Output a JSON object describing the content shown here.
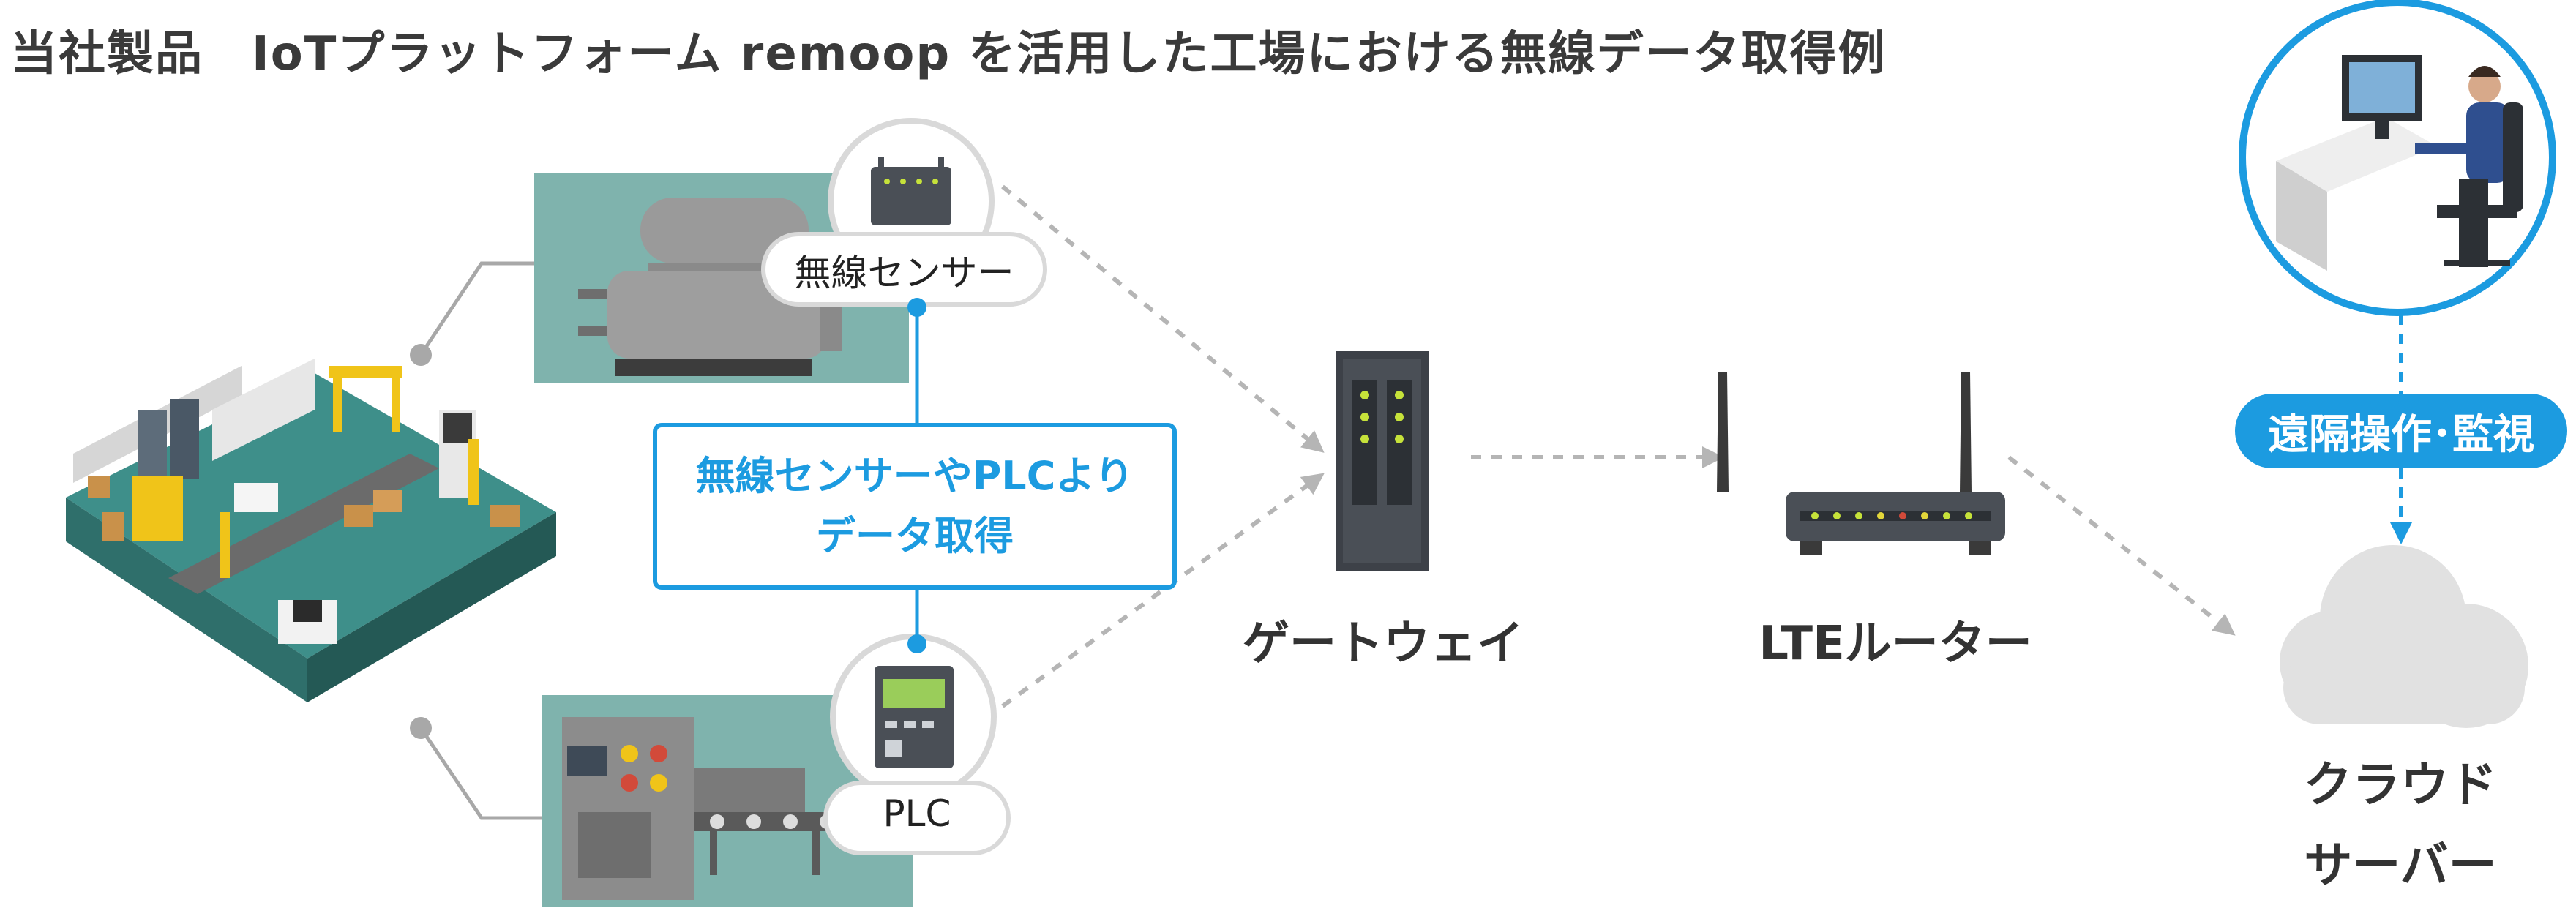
{
  "title": "当社製品　IoTプラットフォーム remoop を活用した工場における無線データ取得例",
  "sensor_label": "無線センサー",
  "plc_label": "PLC",
  "callout": {
    "line1": "無線センサーやPLCより",
    "line2": "データ取得"
  },
  "gateway_label": "ゲートウェイ",
  "router_label": "LTEルーター",
  "remote_label": "遠隔操作･監視",
  "cloud_label": {
    "line1": "クラウド",
    "line2": "サーバー"
  },
  "colors": {
    "accent": "#1c9be0",
    "arrow": "#b5b5b5",
    "cloud": "#e1e1e1",
    "factory_floor": "#3e8f8a"
  }
}
